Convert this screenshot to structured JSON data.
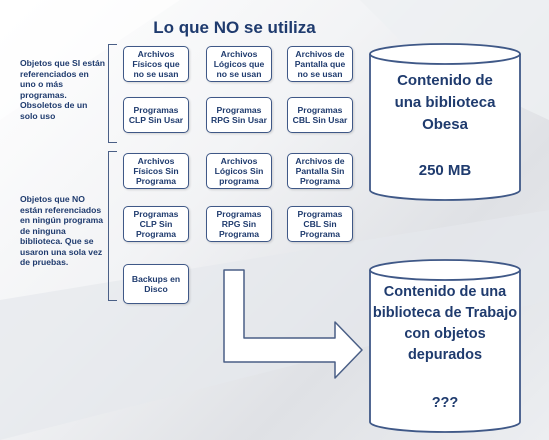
{
  "title": "Lo que NO se utiliza",
  "notes": {
    "referenced": "Objetos que SI están referenciados en uno o más programas. Obsoletos de un solo uso",
    "unreferenced": "Objetos que NO están referenciados en ningún programa de ninguna biblioteca. Que se usaron una sola vez de pruebas."
  },
  "boxes_referenced": [
    "Archivos Físicos que no se usan",
    "Archivos Lógicos que no se usan",
    "Archivos de Pantalla que no se usan",
    "Programas CLP Sin Usar",
    "Programas RPG Sin Usar",
    "Programas CBL Sin Usar"
  ],
  "boxes_unreferenced": [
    "Archivos Físicos Sin Programa",
    "Archivos Lógicos Sin programa",
    "Archivos de Pantalla Sin Programa",
    "Programas CLP Sin Programa",
    "Programas RPG Sin Programa",
    "Programas CBL Sin Programa",
    "Backups en Disco"
  ],
  "library_obese": {
    "label": "Contenido de una biblioteca Obesa",
    "size": "250 MB"
  },
  "library_work": {
    "label": "Contenido de una biblioteca de Trabajo con objetos depurados",
    "size": "???"
  }
}
